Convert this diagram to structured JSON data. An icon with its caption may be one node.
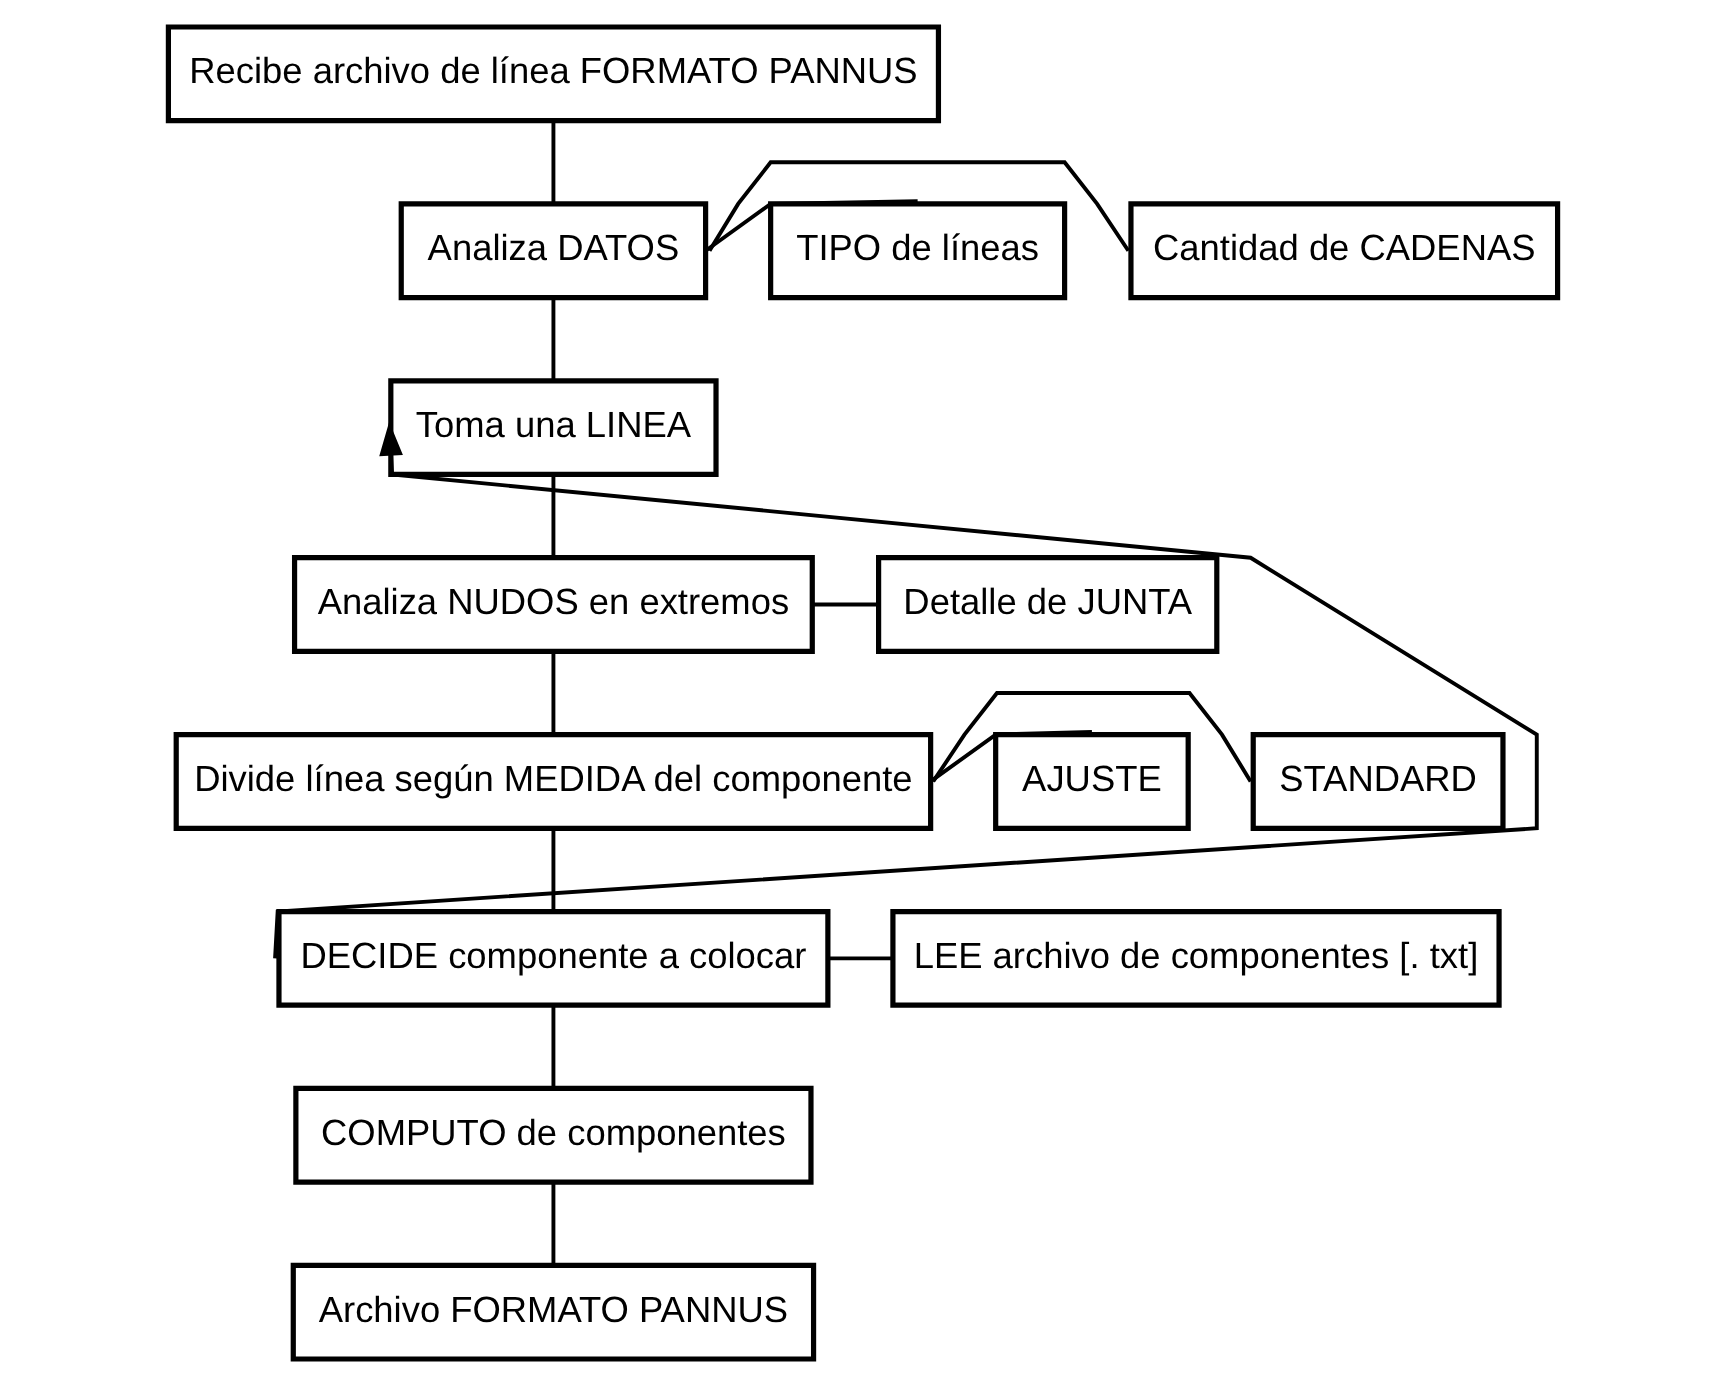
{
  "diagram": {
    "nodes": [
      {
        "text": [
          "Recibe archivo de línea FORMATO PANNUS"
        ]
      },
      {
        "text": [
          "Analiza DATOS"
        ]
      },
      {
        "text": [
          "Cantidad de CADENAS"
        ]
      },
      {
        "text": [
          "TIPO de líneas"
        ]
      },
      {
        "text": [
          "Toma una LINEA"
        ]
      },
      {
        "text": [
          "Analiza NUDOS en extremos"
        ]
      },
      {
        "text": [
          "Detalle de JUNTA"
        ]
      },
      {
        "text": [
          "Divide línea según MEDIDA del componente"
        ]
      },
      {
        "text": [
          "STANDARD"
        ]
      },
      {
        "text": [
          "AJUSTE"
        ]
      },
      {
        "text": [
          "DECIDE componente a colocar"
        ]
      },
      {
        "text": [
          "LEE archivo de componentes [. txt]"
        ]
      },
      {
        "text": [
          "COMPUTO de componentes"
        ]
      },
      {
        "text": [
          "Archivo FORMATO PANNUS"
        ]
      }
    ],
    "edges": [
      {
        "from": 0,
        "to": 1,
        "arrow": "none"
      },
      {
        "from": 1,
        "to": 2,
        "arrow": "none"
      },
      {
        "from": 1,
        "to": 3,
        "arrow": "none"
      },
      {
        "from": 1,
        "to": 4,
        "arrow": "none"
      },
      {
        "from": 4,
        "to": 5,
        "arrow": "none"
      },
      {
        "from": 5,
        "to": 6,
        "arrow": "none"
      },
      {
        "from": 5,
        "to": 7,
        "arrow": "none"
      },
      {
        "from": 7,
        "to": 8,
        "arrow": "none"
      },
      {
        "from": 7,
        "to": 9,
        "arrow": "none"
      },
      {
        "from": 7,
        "to": 10,
        "arrow": "none"
      },
      {
        "from": 10,
        "to": 4,
        "arrow": "to"
      },
      {
        "from": 10,
        "to": 11,
        "arrow": "none"
      },
      {
        "from": 10,
        "to": 12,
        "arrow": "none"
      },
      {
        "from": 12,
        "to": 13,
        "arrow": "none"
      }
    ]
  }
}
